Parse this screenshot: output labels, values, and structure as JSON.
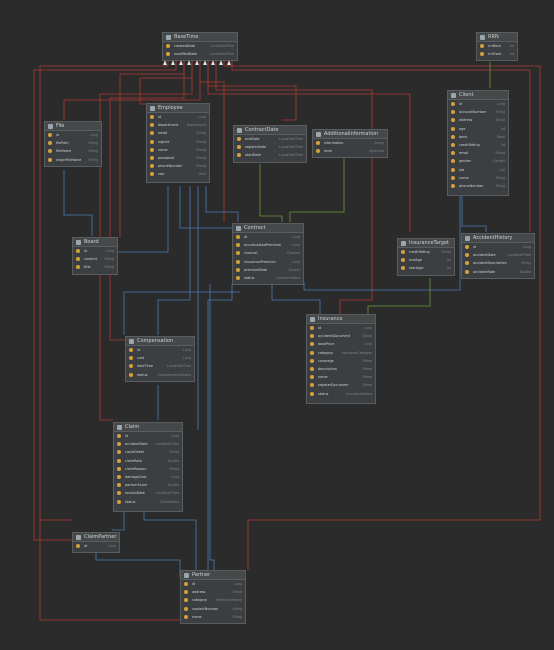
{
  "classes": {
    "basetime": {
      "name": "BaseTime",
      "fields": [
        {
          "name": "createdDate",
          "type": "LocalDateTime"
        },
        {
          "name": "modifiedDate",
          "type": "LocalDateTime"
        }
      ]
    },
    "rrn": {
      "name": "RRN",
      "fields": [
        {
          "name": "rrnBack",
          "type": "int"
        },
        {
          "name": "rrnFront",
          "type": "int"
        }
      ]
    },
    "file": {
      "name": "File",
      "fields": [
        {
          "name": "id",
          "type": "Long"
        },
        {
          "name": "filePath",
          "type": "String"
        },
        {
          "name": "fileName",
          "type": "String"
        },
        {
          "name": "originFileName",
          "type": "String"
        }
      ]
    },
    "employee": {
      "name": "Employee",
      "fields": [
        {
          "name": "id",
          "type": "Long"
        },
        {
          "name": "department",
          "type": "Department"
        },
        {
          "name": "email",
          "type": "String"
        },
        {
          "name": "loginId",
          "type": "String"
        },
        {
          "name": "name",
          "type": "String"
        },
        {
          "name": "password",
          "type": "String"
        },
        {
          "name": "phoneNumber",
          "type": "String"
        },
        {
          "name": "role",
          "type": "Role"
        }
      ]
    },
    "contractdate": {
      "name": "ContractDate",
      "fields": [
        {
          "name": "endDate",
          "type": "LocalDateTime"
        },
        {
          "name": "registerDate",
          "type": "LocalDateTime"
        },
        {
          "name": "startDate",
          "type": "LocalDateTime"
        }
      ]
    },
    "additional": {
      "name": "AdditionalInformation",
      "fields": [
        {
          "name": "information",
          "type": "String"
        },
        {
          "name": "level",
          "type": "AgeLevel"
        }
      ]
    },
    "client": {
      "name": "Client",
      "fields": [
        {
          "name": "id",
          "type": "Long"
        },
        {
          "name": "accountNumber",
          "type": "String"
        },
        {
          "name": "address",
          "type": "String"
        },
        {
          "name": "age",
          "type": "int"
        },
        {
          "name": "bank",
          "type": "Bank"
        },
        {
          "name": "creditRating",
          "type": "int"
        },
        {
          "name": "email",
          "type": "String"
        },
        {
          "name": "gender",
          "type": "Gender"
        },
        {
          "name": "job",
          "type": "Job"
        },
        {
          "name": "name",
          "type": "String"
        },
        {
          "name": "phoneNumber",
          "type": "String"
        }
      ]
    },
    "board": {
      "name": "Board",
      "fields": [
        {
          "name": "id",
          "type": "Long"
        },
        {
          "name": "content",
          "type": "String"
        },
        {
          "name": "title",
          "type": "String"
        }
      ]
    },
    "contract": {
      "name": "Contract",
      "fields": [
        {
          "name": "id",
          "type": "Long"
        },
        {
          "name": "accumulatedPremium",
          "type": "Long"
        },
        {
          "name": "channel",
          "type": "Channel"
        },
        {
          "name": "insurancePremium",
          "type": "Long"
        },
        {
          "name": "premiumRate",
          "type": "Double"
        },
        {
          "name": "status",
          "type": "ContractStatus"
        }
      ]
    },
    "insurancetarget": {
      "name": "InsuranceTarget",
      "fields": [
        {
          "name": "creditRating",
          "type": "String"
        },
        {
          "name": "endAge",
          "type": "int"
        },
        {
          "name": "startAge",
          "type": "int"
        }
      ]
    },
    "accidenthistory": {
      "name": "AccidentHistory",
      "fields": [
        {
          "name": "id",
          "type": "Long"
        },
        {
          "name": "accidentDate",
          "type": "LocalDateTime"
        },
        {
          "name": "accidentDescription",
          "type": "String"
        },
        {
          "name": "accidentRate",
          "type": "Double"
        }
      ]
    },
    "insurance": {
      "name": "Insurance",
      "fields": [
        {
          "name": "id",
          "type": "Long"
        },
        {
          "name": "accidentDocument",
          "type": "String"
        },
        {
          "name": "basePrice",
          "type": "Long"
        },
        {
          "name": "category",
          "type": "InsuranceCategory"
        },
        {
          "name": "coverage",
          "type": "String"
        },
        {
          "name": "description",
          "type": "String"
        },
        {
          "name": "name",
          "type": "String"
        },
        {
          "name": "registerDocument",
          "type": "String"
        },
        {
          "name": "status",
          "type": "InsuranceStatus"
        }
      ]
    },
    "compensation": {
      "name": "Compensation",
      "fields": [
        {
          "name": "id",
          "type": "Long"
        },
        {
          "name": "cost",
          "type": "Long"
        },
        {
          "name": "dateTime",
          "type": "LocalDateTime"
        },
        {
          "name": "status",
          "type": "CompensationStatus"
        }
      ]
    },
    "claim": {
      "name": "Claim",
      "fields": [
        {
          "name": "id",
          "type": "Long"
        },
        {
          "name": "accidentDate",
          "type": "LocalDateTime"
        },
        {
          "name": "claimDetail",
          "type": "String"
        },
        {
          "name": "claimRate",
          "type": "Double"
        },
        {
          "name": "claimReason",
          "type": "String"
        },
        {
          "name": "damageCost",
          "type": "Long"
        },
        {
          "name": "partnerScore",
          "type": "Double"
        },
        {
          "name": "receiptDate",
          "type": "LocalDateTime"
        },
        {
          "name": "status",
          "type": "ClaimStatus"
        }
      ]
    },
    "claimpartner": {
      "name": "ClaimPartner",
      "fields": [
        {
          "name": "id",
          "type": "Long"
        }
      ]
    },
    "partner": {
      "name": "Partner",
      "fields": [
        {
          "name": "id",
          "type": "Long"
        },
        {
          "name": "address",
          "type": "String"
        },
        {
          "name": "category",
          "type": "PartnerCategory"
        },
        {
          "name": "contactNumber",
          "type": "String"
        },
        {
          "name": "name",
          "type": "String"
        }
      ]
    }
  },
  "colors": {
    "background": "#2b2b2b",
    "inheritance_line": "#c0392b",
    "association_line": "#4a7fb5",
    "embedded_line": "#6a9a3a",
    "field_icon": "#d6a13a"
  }
}
